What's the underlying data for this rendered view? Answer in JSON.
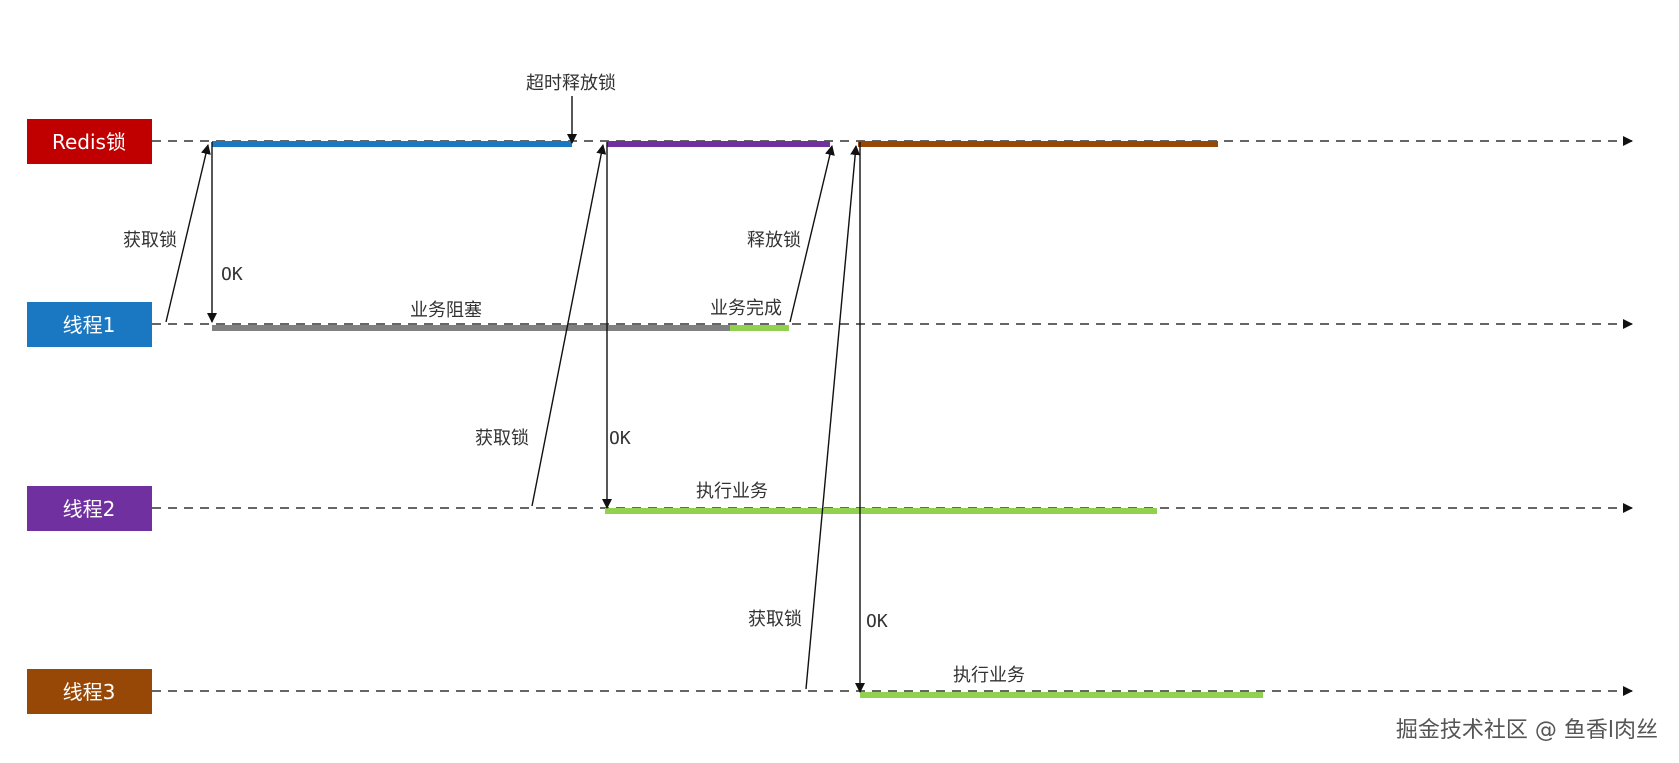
{
  "lanes": [
    {
      "id": "redis",
      "label": "Redis锁",
      "color": "#c00000"
    },
    {
      "id": "t1",
      "label": "线程1",
      "color": "#1a78c2"
    },
    {
      "id": "t2",
      "label": "线程2",
      "color": "#7030a0"
    },
    {
      "id": "t3",
      "label": "线程3",
      "color": "#974806"
    }
  ],
  "colors": {
    "lock_t1": "#1a78c2",
    "lock_t2": "#7030a0",
    "lock_t3": "#974806",
    "blocked": "#808080",
    "work": "#92d050",
    "line": "#333333"
  },
  "notes": {
    "timeout_release": "超时释放锁",
    "acquire_1": "获取锁",
    "ok_1": "OK",
    "release": "释放锁",
    "blocked": "业务阻塞",
    "done": "业务完成",
    "acquire_2": "获取锁",
    "ok_2": "OK",
    "exec_2": "执行业务",
    "acquire_3": "获取锁",
    "ok_3": "OK",
    "exec_3": "执行业务"
  },
  "watermark": "掘金技术社区 @ 鱼香l肉丝"
}
